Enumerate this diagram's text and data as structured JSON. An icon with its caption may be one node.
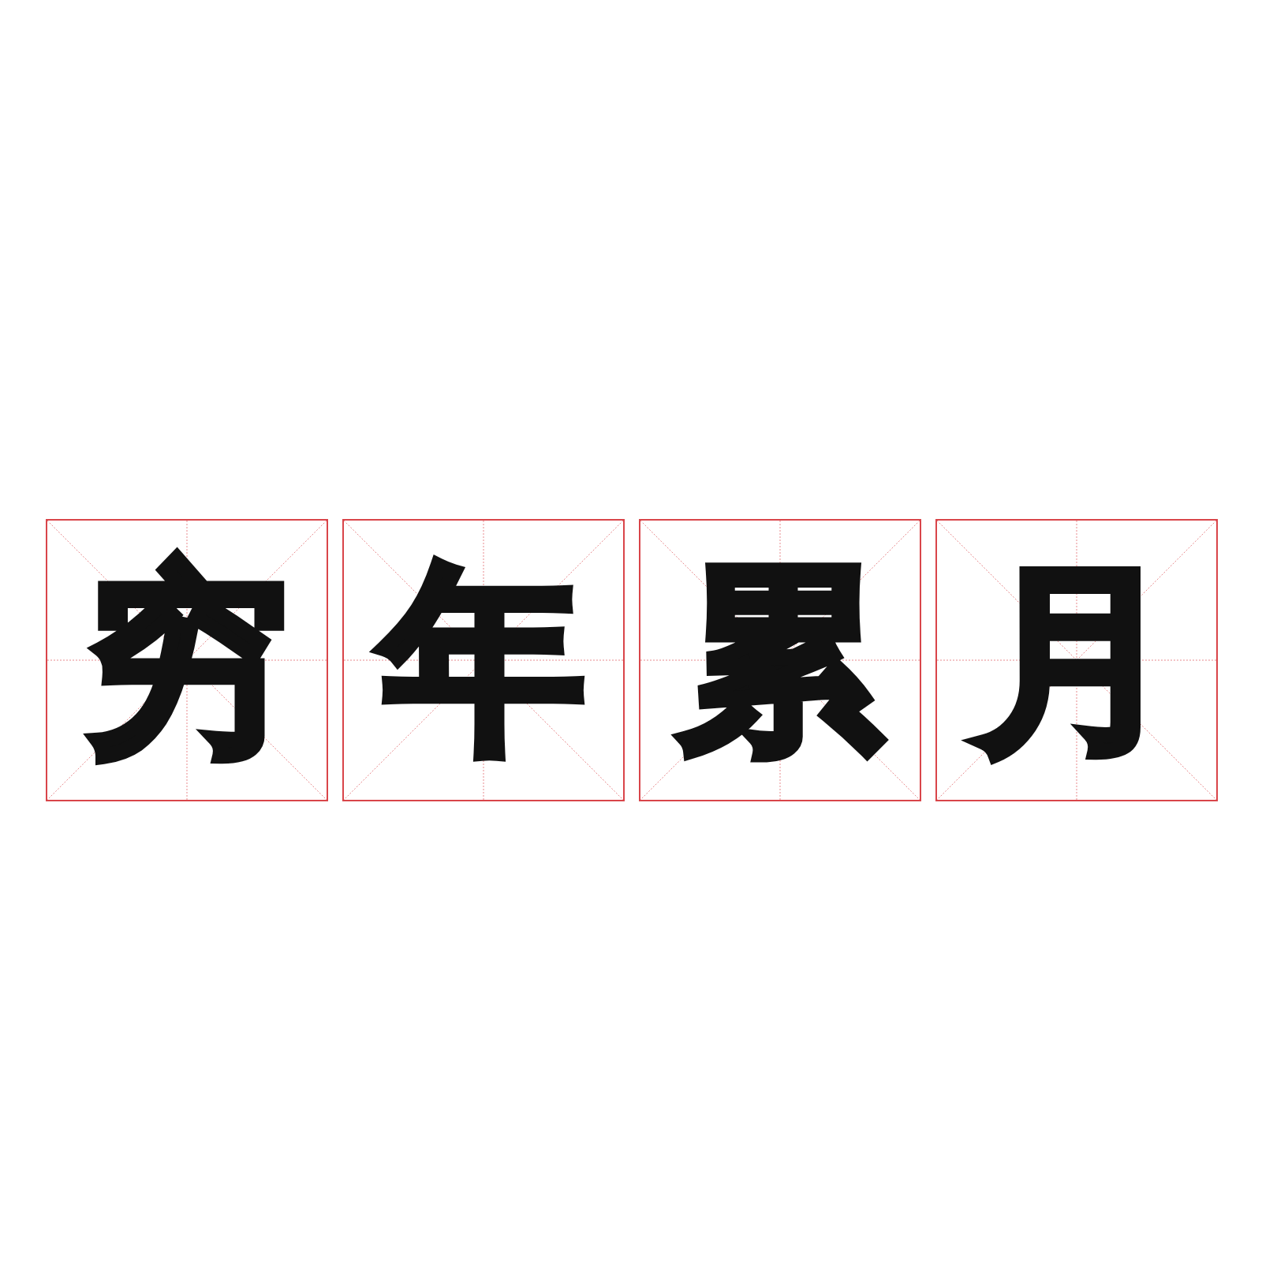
{
  "diagram": {
    "nodes": [
      {
        "text": [
          "穷"
        ]
      },
      {
        "text": [
          "年"
        ]
      },
      {
        "text": [
          "累"
        ]
      },
      {
        "text": [
          "月"
        ]
      }
    ]
  }
}
